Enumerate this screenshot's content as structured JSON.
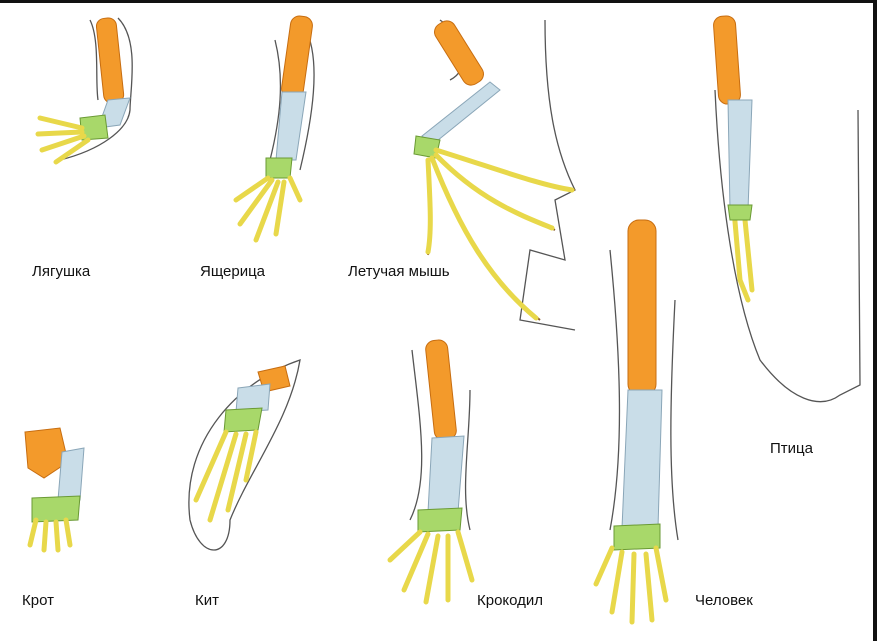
{
  "labels": {
    "frog": "Лягушка",
    "lizard": "Ящерица",
    "bat": "Летучая мышь",
    "bird": "Птица",
    "mole": "Крот",
    "whale": "Кит",
    "crocodile": "Крокодил",
    "human": "Человек"
  },
  "colors": {
    "humerus": "#f39a2b",
    "forearm": "#c9dde8",
    "wrist": "#a8d86a",
    "digits": "#f2e86a",
    "outline": "#6b4a2a",
    "membrane": "#8a5a2e"
  }
}
